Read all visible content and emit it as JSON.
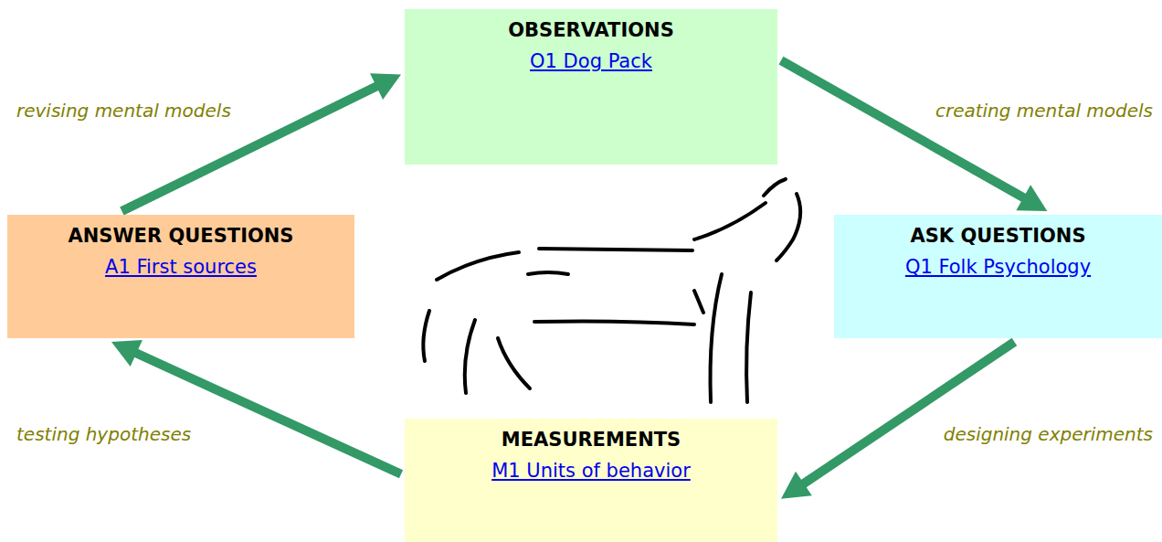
{
  "diagram": {
    "nodes": [
      {
        "text": [
          "OBSERVATIONS",
          "O1 Dog Pack"
        ]
      },
      {
        "text": [
          "ANSWER QUESTIONS",
          "A1 First sources"
        ]
      },
      {
        "text": [
          "ASK QUESTIONS",
          "Q1 Folk Psychology"
        ]
      },
      {
        "text": [
          "MEASUREMENTS",
          "M1 Units of behavior"
        ]
      }
    ],
    "edges": [
      {
        "from": 0,
        "to": 2,
        "label": "creating mental models",
        "arrow": "to"
      },
      {
        "from": 2,
        "to": 3,
        "label": "designing experiments",
        "arrow": "to"
      },
      {
        "from": 3,
        "to": 1,
        "label": "testing hypotheses",
        "arrow": "to"
      },
      {
        "from": 1,
        "to": 0,
        "label": "revising mental models",
        "arrow": "to"
      }
    ]
  }
}
